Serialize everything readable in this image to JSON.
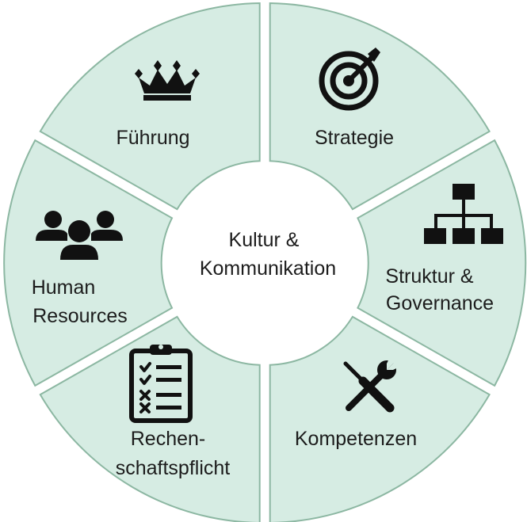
{
  "colors": {
    "segment_fill": "#d6ece3",
    "segment_stroke": "#8cb7a2",
    "icon": "#111111",
    "text": "#1c1c1c",
    "background": "#ffffff"
  },
  "center": {
    "line1": "Kultur &",
    "line2": "Kommunikation"
  },
  "segments": [
    {
      "name": "strategie",
      "icon": "target-icon",
      "lines": [
        "Strategie"
      ]
    },
    {
      "name": "struktur-governance",
      "icon": "org-chart-icon",
      "lines": [
        "Struktur &",
        "Governance"
      ]
    },
    {
      "name": "kompetenzen",
      "icon": "tools-icon",
      "lines": [
        "Kompetenzen"
      ]
    },
    {
      "name": "rechenschaftspflicht",
      "icon": "checklist-icon",
      "lines": [
        "Rechen-",
        "schaftspflicht"
      ]
    },
    {
      "name": "human-resources",
      "icon": "people-icon",
      "lines": [
        "Human",
        "Resources"
      ]
    },
    {
      "name": "fuehrung",
      "icon": "crown-icon",
      "lines": [
        "Führung"
      ]
    }
  ]
}
